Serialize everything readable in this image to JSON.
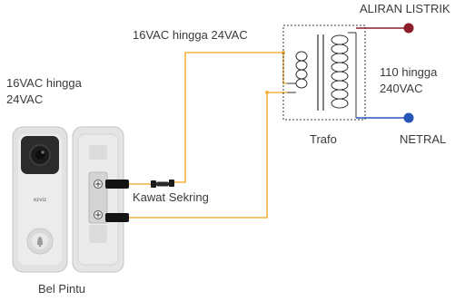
{
  "labels": {
    "voltage_top": "16VAC hingga 24VAC",
    "voltage_left_line1": "16VAC hingga",
    "voltage_left_line2": "24VAC",
    "mains_power": "ALIRAN LISTRIK",
    "mains_voltage_line1": "110 hingga",
    "mains_voltage_line2": "240VAC",
    "transformer": "Trafo",
    "neutral": "NETRAL",
    "fuse_wire": "Kawat Sekring",
    "doorbell": "Bel Pintu",
    "doorbell_logo": "ezviz"
  },
  "colors": {
    "low_voltage_wire": "#f0b440",
    "mains_live": "#8b1e2a",
    "mains_neutral": "#2855b8",
    "label_text": "#3a3a3a",
    "doorbell_body": "#e3e3e3"
  }
}
